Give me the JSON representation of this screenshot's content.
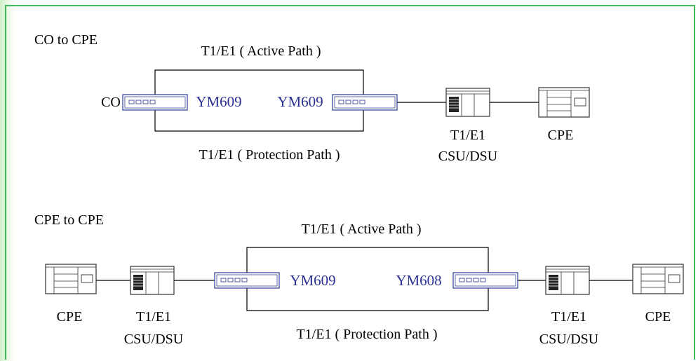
{
  "sections": [
    {
      "title": "CO to CPE",
      "active_path": "T1/E1 ( Active Path )",
      "protection_path": "T1/E1  ( Protection Path )",
      "nodes": {
        "co": "CO",
        "left_unit": "YM609",
        "right_unit": "YM609",
        "csu_line1": "T1/E1",
        "csu_line2": "CSU/DSU",
        "cpe": "CPE"
      }
    },
    {
      "title": "CPE to CPE",
      "active_path": "T1/E1  ( Active Path )",
      "protection_path": "T1/E1  ( Protection Path )",
      "nodes": {
        "cpe_left": "CPE",
        "csu_left_line1": "T1/E1",
        "csu_left_line2": "CSU/DSU",
        "left_unit": "YM609",
        "right_unit": "YM608",
        "csu_right_line1": "T1/E1",
        "csu_right_line2": "CSU/DSU",
        "cpe_right": "CPE"
      }
    }
  ],
  "colors": {
    "frame": "#3db85a",
    "unit_label": "#2a3190",
    "unit_outline": "#3a4a9a",
    "line": "#000000"
  }
}
